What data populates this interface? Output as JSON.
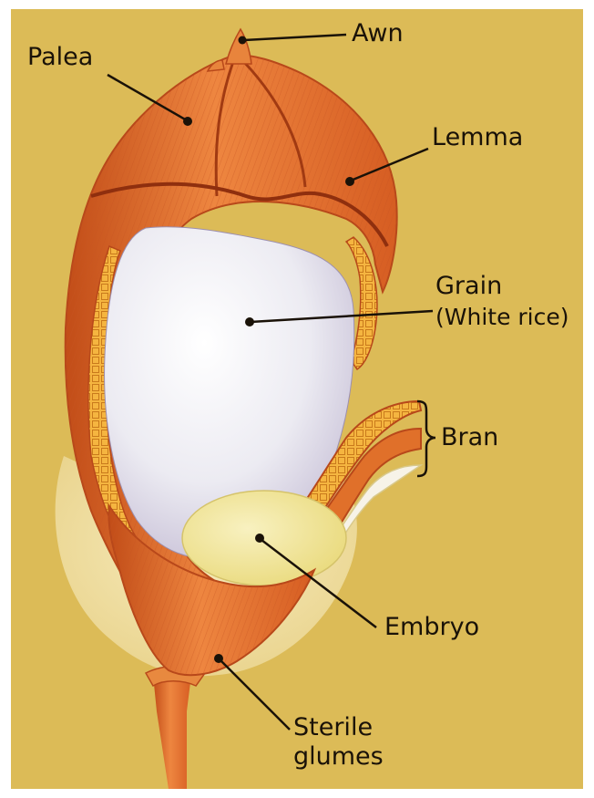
{
  "diagram": {
    "colors": {
      "background": "#dcbb57",
      "husk": "#e0702a",
      "husk_dark": "#b8481a",
      "husk_light": "#f39a55",
      "bran": "#f5b540",
      "grain": "#eceaf1",
      "embryo": "#f1e79c",
      "glume": "#f2e2a6",
      "leader": "#1a1208"
    },
    "labels": {
      "awn": "Awn",
      "palea": "Palea",
      "lemma": "Lemma",
      "grain_line1": "Grain",
      "grain_line2": "(White rice)",
      "bran": "Bran",
      "embryo": "Embryo",
      "sterile_line1": "Sterile",
      "sterile_line2": "glumes"
    }
  }
}
